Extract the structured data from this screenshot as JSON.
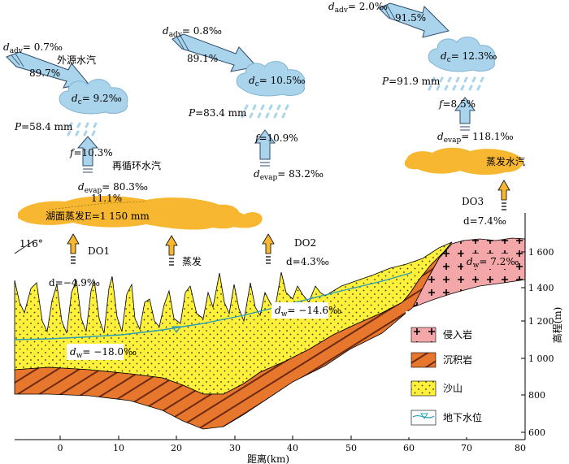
{
  "stations": [
    {
      "id": "DO1",
      "d": "d=−4.9‰"
    },
    {
      "id": "DO2",
      "d": "d=4.3‰"
    },
    {
      "id": "DO3",
      "d": "d=7.4‰"
    }
  ],
  "left_panel": {
    "d_adv": "= 0.7‰",
    "arrow_pct": "89.7%",
    "ext_vapor": "外源水汽",
    "cloud_d": "= 9.2‰",
    "P": "=58.4 mm",
    "f": "=10.3%",
    "recycle": "再循环水汽",
    "d_evap": "= 80.3‰",
    "evap_pct": "11.1%",
    "lake_evap": "湖面蒸发E=1 150 mm"
  },
  "mid_panel": {
    "d_adv": "= 0.8‰",
    "arrow_pct": "89.1%",
    "cloud_d": "= 10.5‰",
    "P": "=83.4 mm",
    "f": "=10.9%",
    "d_evap": "= 83.2‰"
  },
  "right_panel": {
    "d_adv": "= 2.0‰",
    "arrow_pct": "91.5%",
    "cloud_d": "= 12.3‰",
    "P": "=91.9 mm",
    "f": "=8.5%",
    "d_evap": "= 118.1‰",
    "evap_label": "蒸发水汽"
  },
  "section": {
    "bearing": "116°",
    "evap_word": "蒸发",
    "gw_left": "= −18.0‰",
    "gw_mid": "= −14.6‰",
    "gw_right": "= 7.2‰"
  },
  "legend": [
    {
      "label": "侵入岩",
      "color": "#f4a7a8"
    },
    {
      "label": "沉积岩",
      "color": "#e8772e"
    },
    {
      "label": "沙山",
      "color": "#fff13a"
    },
    {
      "label": "地下水位",
      "color": "#2a9fb3"
    }
  ],
  "x_axis": {
    "title": "距离(km)",
    "ticks": [
      "0",
      "10",
      "20",
      "30",
      "40",
      "50",
      "60",
      "70",
      "80"
    ]
  },
  "y_axis": {
    "title": "高程(m)",
    "ticks": [
      "600",
      "800",
      "1 000",
      "1 200",
      "1 400",
      "1 600"
    ]
  },
  "colors": {
    "cloud": "#a9d4ec",
    "arrow": "#a9d4ec",
    "sand": "#fff13a",
    "sediment": "#e8772e",
    "intrusive": "#f4a7a8",
    "dust": "#f7b731",
    "water_table": "#2a9fb3"
  }
}
